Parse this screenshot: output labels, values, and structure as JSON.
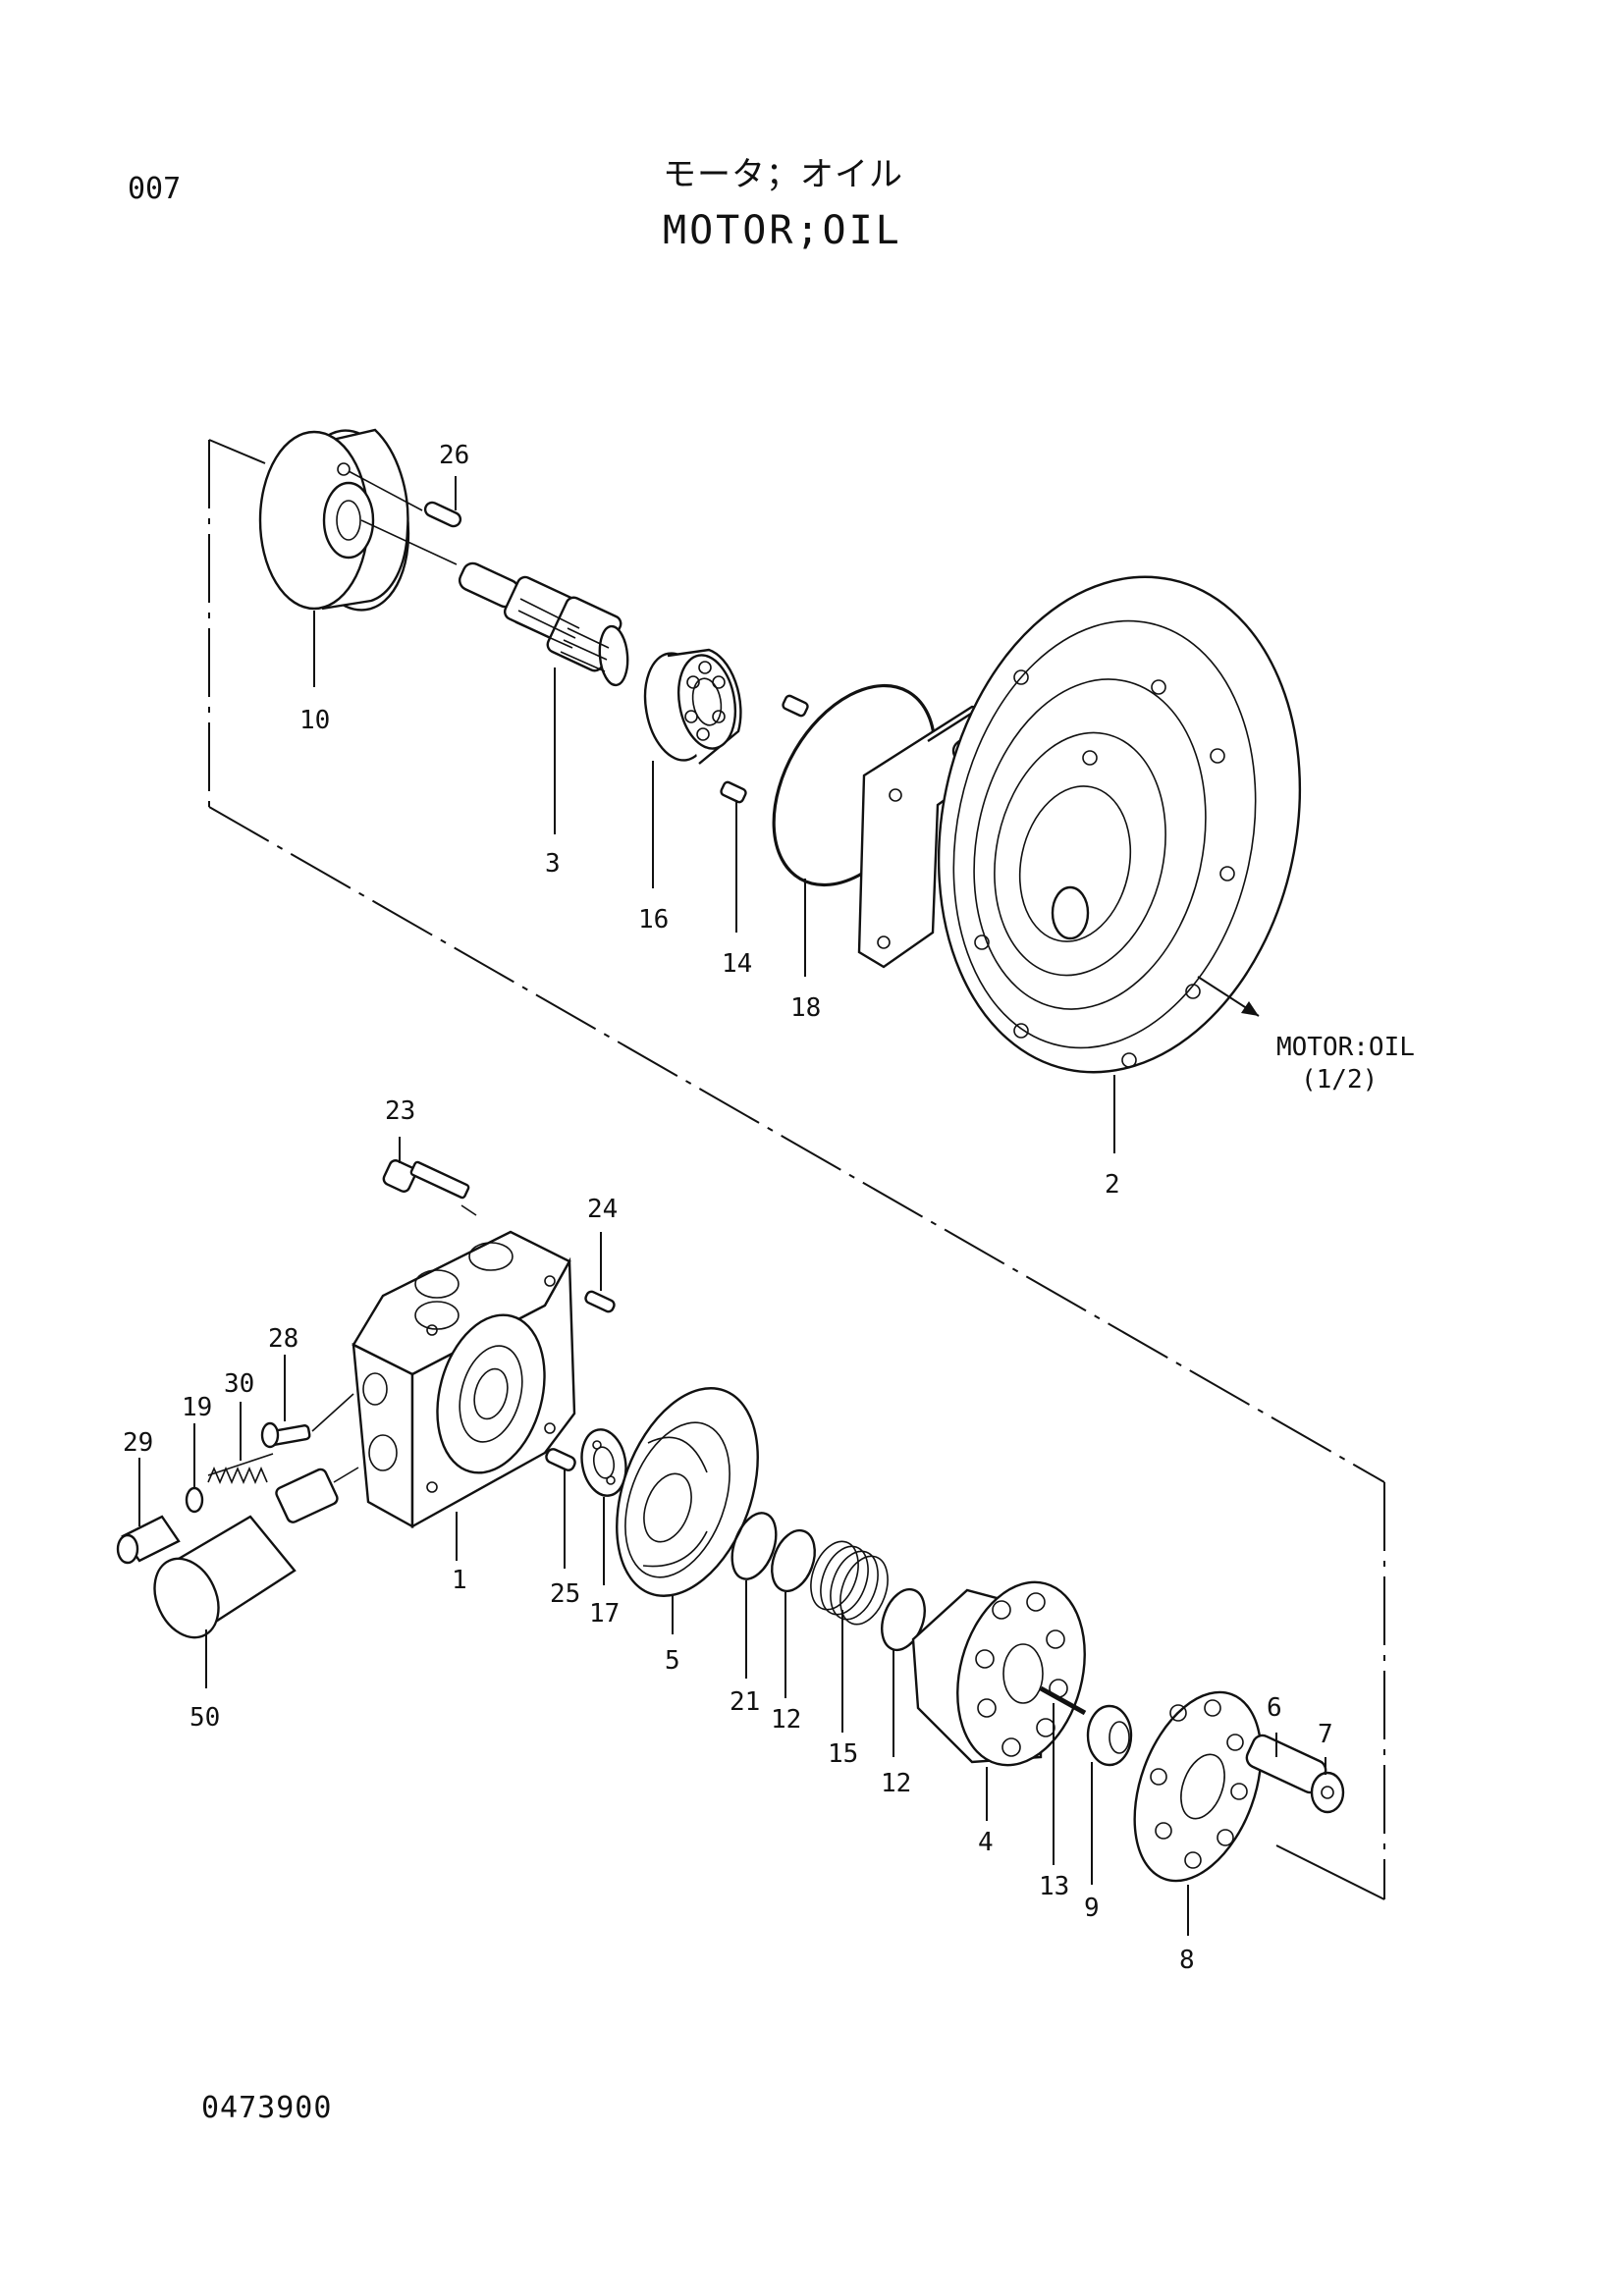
{
  "header": {
    "page_code": "007",
    "title_jp": "モータ；オイル",
    "title_en": "MOTOR;OIL"
  },
  "reference": {
    "line1": "MOTOR:OIL",
    "line2": "(1/2)"
  },
  "footer": {
    "doc_number": "0473900"
  },
  "callouts": {
    "p1": "1",
    "p2": "2",
    "p3": "3",
    "p4": "4",
    "p5": "5",
    "p6": "6",
    "p7": "7",
    "p8": "8",
    "p9": "9",
    "p10": "10",
    "p12a": "12",
    "p12b": "12",
    "p13": "13",
    "p14": "14",
    "p15": "15",
    "p16": "16",
    "p17": "17",
    "p18": "18",
    "p19": "19",
    "p21": "21",
    "p23": "23",
    "p24": "24",
    "p25": "25",
    "p26": "26",
    "p28": "28",
    "p29": "29",
    "p30": "30",
    "p50": "50"
  }
}
